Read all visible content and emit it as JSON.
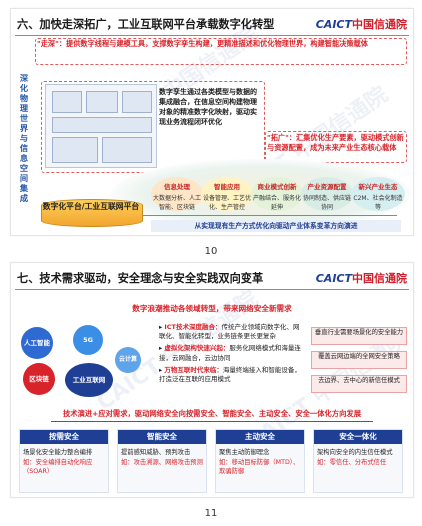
{
  "slide1": {
    "title": "六、加快走深拓广，工业互联网平台承载数字化转型",
    "logo_a": "CAICT",
    "logo_b": "中国信通院",
    "vertical_title": "深化物理世界与信息空间集成",
    "zoushen": "\"走深\"：提供数字线程与建模工具，支撑数字孪生构建，更精准描述和优化物理世界，构建智能决策载体",
    "mid_text": "数字孪生通过各类模型与数据的集成融合，在信息空间构建物理对象的精准数字化映射，驱动实现业务流程闭环优化",
    "tuoguang": "\"拓广\"：汇集优化生产要素，驱动模式创新与资源配置，成为未来产业生态核心载体",
    "ovals": [
      {
        "title": "信息处理",
        "text": "大数据分析、人工智能、区块链"
      },
      {
        "title": "智能应用",
        "text": "设备管理、工艺优化、生产管控"
      },
      {
        "title": "商业模式创新",
        "text": "产融结合、服务化延伸"
      },
      {
        "title": "产业资源配置",
        "text": "协同制造、供应链协同"
      },
      {
        "title": "新兴产业生态",
        "text": "C2M、社会化制造等"
      }
    ],
    "platform": "数字化平台/工业互联网平台",
    "bottom_bar": "从实现现有生产方式优化向驱动产业体系变革方向演进",
    "page": "10"
  },
  "slide2": {
    "title": "七、技术需求驱动，安全理念与安全实践双向变革",
    "logo_a": "CAICT",
    "logo_b": "中国信通院",
    "headline": "数字浪潮推动各领域转型，带来网络安全新需求",
    "circles": [
      "人工智能",
      "5G",
      "区块链",
      "工业互联网",
      "云计算"
    ],
    "mid_items": [
      {
        "head": "ICT技术深度融合：",
        "text": "传统产业领域向数字化、网联化、智能化转型，业务链条更长更复杂"
      },
      {
        "head": "虚拟化架构快速兴起：",
        "text": "服务化网络模式和海量连接，云网融合，云边协同"
      },
      {
        "head": "万物互联时代来临：",
        "text": "海量终端接入和智能设备，打造泛在互联的应用模式"
      }
    ],
    "right_boxes": [
      "垂直行业需要场景化的安全能力",
      "覆盖云网边端的全网安全策略",
      "去边界、去中心的新信任模式"
    ],
    "subline": "技术演进+应对需求，驱动网络安全向按需安全、智能安全、主动安全、安全一体化方向发展",
    "columns": [
      {
        "head": "按需安全",
        "line1": "场景化安全能力整合编排",
        "line2": "如：安全编排自动化响应（SOAR）"
      },
      {
        "head": "智能安全",
        "line1": "提前感知威胁、预判攻击",
        "line2": "如：攻击溯源、网络攻击预测"
      },
      {
        "head": "主动安全",
        "line1": "聚焦主动防御理念",
        "line2": "如：移动目标防御（MTD）、欺骗防御"
      },
      {
        "head": "安全一体化",
        "line1": "架构向安全的内生信任模式",
        "line2": "如：零信任、分布式信任"
      }
    ],
    "page": "11"
  }
}
